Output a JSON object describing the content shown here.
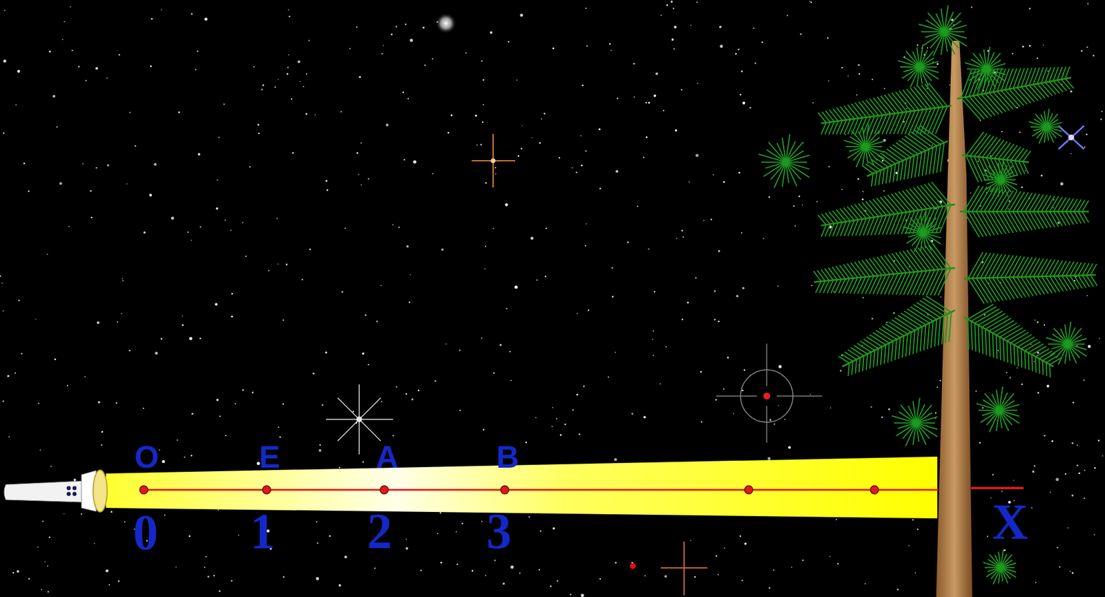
{
  "diagram": {
    "labels": [
      "O",
      "E",
      "A",
      "B",
      "0",
      "1",
      "2",
      "3",
      "X"
    ]
  }
}
